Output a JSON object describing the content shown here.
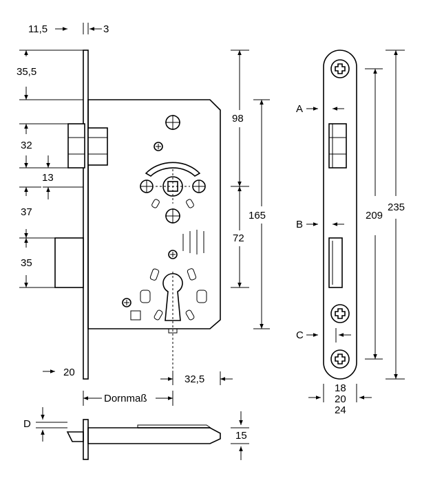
{
  "labels": {
    "face_offset": "11,5",
    "face_thickness": "3",
    "top_to_latch": "35,5",
    "latch_height": "32",
    "latch_gap": "13",
    "latch_to_bolt": "37",
    "bolt_height": "35",
    "bolt_throw": "20",
    "handle_to_cylinder": "72",
    "top_to_handle": "98",
    "case_height": "165",
    "case_rear": "32,5",
    "backset": "Dornmaß",
    "hole_spacing": "209",
    "faceplate_length": "235",
    "faceplate_widths": [
      "18",
      "20",
      "24"
    ],
    "case_depth": "15",
    "detail_d": "D",
    "detail_a": "A",
    "detail_b": "B",
    "detail_c": "C"
  }
}
